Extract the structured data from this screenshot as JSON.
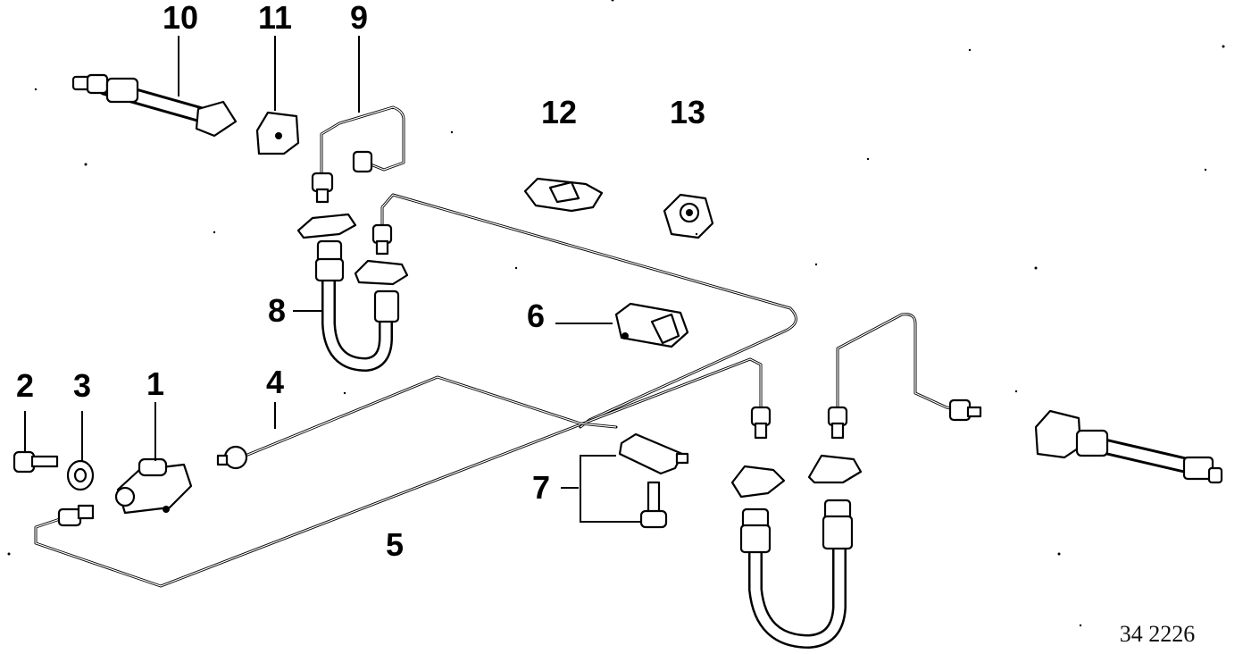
{
  "callouts": {
    "c1": "1",
    "c2": "2",
    "c3": "3",
    "c4": "4",
    "c5": "5",
    "c6": "6",
    "c7": "7",
    "c8": "8",
    "c9": "9",
    "c10": "10",
    "c11": "11",
    "c12": "12",
    "c13": "13"
  },
  "reference_number": "34 2226"
}
